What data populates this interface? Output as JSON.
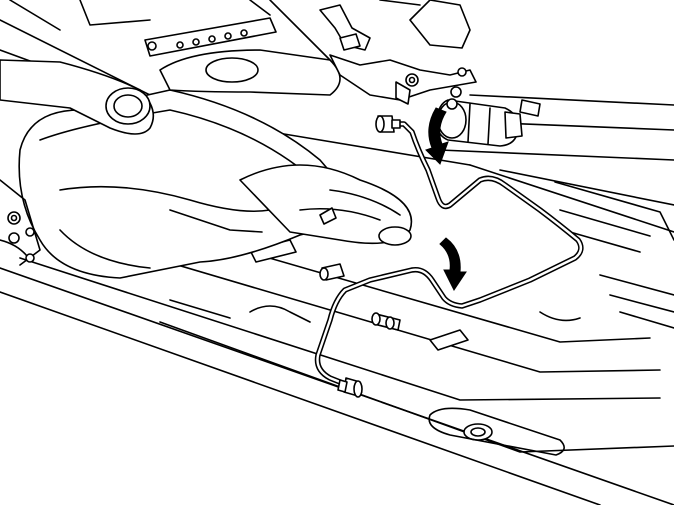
{
  "figure": {
    "background": "#ffffff",
    "line_color": "#000000",
    "components": [
      "underbody-floor-panel",
      "exhaust-muffler",
      "exhaust-pipe",
      "fuel-filter",
      "fuel-line",
      "removal-arrow-upper",
      "removal-arrow-lower"
    ]
  }
}
